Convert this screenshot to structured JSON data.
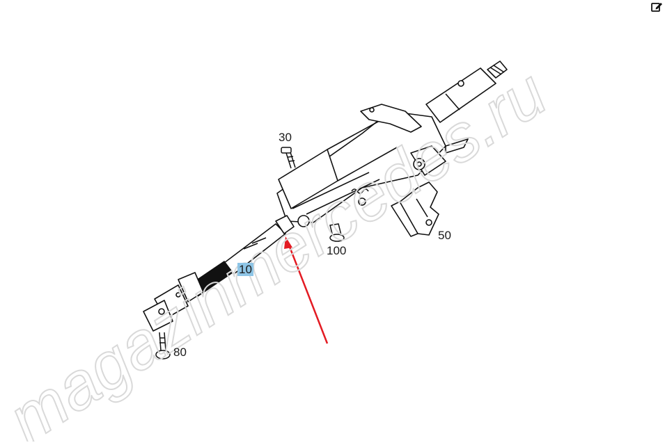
{
  "toolbar": {
    "edit_icon": "edit-icon"
  },
  "watermark": {
    "text": "magazinmercedes.ru"
  },
  "callouts": [
    {
      "id": "10",
      "label": "10",
      "highlighted": true
    },
    {
      "id": "30",
      "label": "30",
      "highlighted": false
    },
    {
      "id": "50",
      "label": "50",
      "highlighted": false
    },
    {
      "id": "80",
      "label": "80",
      "highlighted": false
    },
    {
      "id": "100",
      "label": "100",
      "highlighted": false
    }
  ],
  "colors": {
    "highlight": "#8ec5e6",
    "arrow": "#e31b23",
    "line": "#111111",
    "watermark_stroke": "#d9d9d9"
  }
}
